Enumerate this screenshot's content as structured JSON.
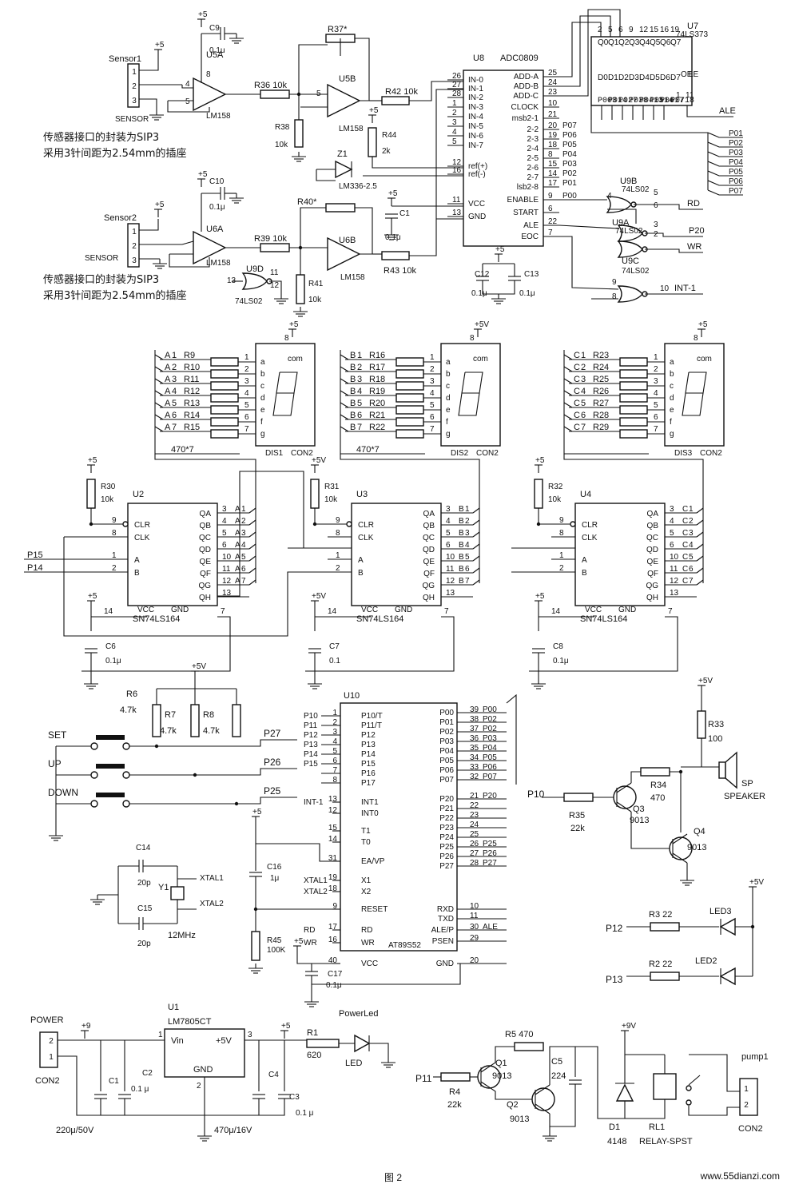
{
  "sensor1": {
    "name": "Sensor1",
    "conn": "SENSOR",
    "pins": [
      "1",
      "2",
      "3"
    ],
    "note1": "传感器接口的封装为SIP3",
    "note2": "采用3针间距为2.54mm的插座"
  },
  "sensor2": {
    "name": "Sensor2",
    "conn": "SENSOR",
    "pins": [
      "1",
      "2",
      "3"
    ],
    "note1": "传感器接口的封装为SIP3",
    "note2": "采用3针间距为2.54mm的插座"
  },
  "amps": {
    "u5a": {
      "ref": "U5A",
      "part": "LM158"
    },
    "u5b": {
      "ref": "U5B",
      "part": "LM158"
    },
    "u6a": {
      "ref": "U6A",
      "part": "LM158"
    },
    "u6b": {
      "ref": "U6B",
      "part": "LM158"
    }
  },
  "adc": {
    "ref": "U8",
    "part": "ADC0809",
    "left_pins": [
      [
        "26",
        "IN-0"
      ],
      [
        "27",
        "IN-1"
      ],
      [
        "28",
        "IN-2"
      ],
      [
        "1",
        "IN-3"
      ],
      [
        "2",
        "IN-4"
      ],
      [
        "3",
        "IN-5"
      ],
      [
        "4",
        "IN-6"
      ],
      [
        "5",
        "IN-7"
      ],
      [
        "12",
        "ref(+)"
      ],
      [
        "16",
        "ref(-)"
      ],
      [
        "11",
        "VCC"
      ],
      [
        "13",
        "GND"
      ]
    ],
    "right_pins": [
      [
        "25",
        "ADD-A"
      ],
      [
        "24",
        "ADD-B"
      ],
      [
        "23",
        "ADD-C"
      ],
      [
        "10",
        "CLOCK"
      ],
      [
        "21",
        "msb2-1"
      ],
      [
        "20",
        "2-2"
      ],
      [
        "19",
        "2-3"
      ],
      [
        "18",
        "2-4"
      ],
      [
        "8",
        "2-5"
      ],
      [
        "15",
        "2-6"
      ],
      [
        "14",
        "2-7"
      ],
      [
        "17",
        "lsb2-8"
      ],
      [
        "9",
        "ENABLE"
      ],
      [
        "6",
        "START"
      ],
      [
        "22",
        "ALE"
      ],
      [
        "7",
        "EOC"
      ]
    ],
    "right_nets": [
      "",
      "",
      "",
      "",
      "",
      "P07",
      "P06",
      "P05",
      "P04",
      "P03",
      "P02",
      "P01",
      "P00",
      "",
      "",
      ""
    ]
  },
  "latch": {
    "ref": "U7",
    "part": "74LS373",
    "q": [
      "Q0",
      "Q1",
      "Q2",
      "Q3",
      "Q4",
      "Q5",
      "Q6",
      "Q7"
    ],
    "qp": [
      "2",
      "5",
      "6",
      "9",
      "12",
      "15",
      "16",
      "19"
    ],
    "d": [
      "D0",
      "D1",
      "D2",
      "D3",
      "D4",
      "D5",
      "D6",
      "D7"
    ],
    "dp": [
      "P003",
      "P014",
      "P027",
      "P038",
      "P0413",
      "P0514",
      "P0617",
      "P0718"
    ],
    "oe": "OE",
    "le": "LE",
    "oep": "1",
    "lep": "11",
    "ale": "ALE"
  },
  "pbus": [
    "P01",
    "P02",
    "P03",
    "P04",
    "P05",
    "P06",
    "P07"
  ],
  "gates": {
    "u9b": {
      "ref": "U9B",
      "part": "74LS02",
      "p": [
        "4",
        "5",
        "6"
      ],
      "out": "RD"
    },
    "u9a": {
      "ref": "U9A",
      "part": "74LS02",
      "p": [
        "1",
        "2",
        "3"
      ],
      "net": "P20"
    },
    "u9c": {
      "ref": "U9C",
      "part": "74LS02",
      "out": "WR"
    },
    "u9d": {
      "ref": "U9D",
      "part": "74LS02",
      "p": [
        "13",
        "11",
        "12"
      ]
    },
    "int": {
      "p": [
        "9",
        "8",
        "10"
      ],
      "out": "INT-1"
    }
  },
  "front": {
    "r37": "R37*",
    "r40": "R40*",
    "r36": "R36  10k",
    "r39": "R39  10k",
    "r42": "R42  10k",
    "r43": "R43  10k",
    "r38": "R38",
    "r38v": "10k",
    "r41": "R41",
    "r41v": "10k",
    "r44": "R44",
    "r44v": "2k",
    "z1": "Z1",
    "z1p": "LM336-2.5",
    "c9": "C9",
    "c9v": "0.1μ",
    "c10": "C10",
    "c10v": "0.1μ",
    "c1": "C1",
    "c1v": "0.1μ",
    "c12": "C12",
    "c13": "C13",
    "c12v": "0.1μ",
    "c13v": "0.1μ",
    "plus5": "+5",
    "p5": [
      "4",
      "5",
      "8"
    ]
  },
  "displays": [
    {
      "prefix": "A",
      "res": [
        "R9",
        "R10",
        "R11",
        "R12",
        "R13",
        "R14",
        "R15"
      ],
      "ref": "DIS1",
      "con": "CON2",
      "val": "470*7",
      "shift": "U2",
      "r": "R30",
      "rv": "10k",
      "cap": "C6",
      "capv": "0.1μ",
      "vplus": "+5"
    },
    {
      "prefix": "B",
      "res": [
        "R16",
        "R17",
        "R18",
        "R19",
        "R20",
        "R21",
        "R22"
      ],
      "ref": "DIS2",
      "con": "CON2",
      "val": "470*7",
      "shift": "U3",
      "r": "R31",
      "rv": "10k",
      "cap": "C7",
      "capv": "0.1",
      "vplus": "+5V"
    },
    {
      "prefix": "C",
      "res": [
        "R23",
        "R24",
        "R25",
        "R26",
        "R27",
        "R28",
        "R29"
      ],
      "ref": "DIS3",
      "con": "CON2",
      "val": "",
      "shift": "U4",
      "r": "R32",
      "rv": "10k",
      "cap": "C8",
      "capv": "0.1μ",
      "vplus": "+5"
    }
  ],
  "seg_letters": [
    "a",
    "b",
    "c",
    "d",
    "e",
    "f",
    "g"
  ],
  "seg_pins": [
    "1",
    "2",
    "3",
    "4",
    "5",
    "6",
    "7"
  ],
  "com": "com",
  "com_pin": "8",
  "shiftreg": {
    "part": "SN74LS164",
    "pins_l": [
      [
        "9",
        "CLR"
      ],
      [
        "8",
        "CLK"
      ],
      [
        "1",
        "A"
      ],
      [
        "2",
        "B"
      ]
    ],
    "pins_r": [
      [
        "3",
        "QA"
      ],
      [
        "4",
        "QB"
      ],
      [
        "5",
        "QC"
      ],
      [
        "6",
        "QD"
      ],
      [
        "10",
        "QE"
      ],
      [
        "11",
        "QF"
      ],
      [
        "12",
        "QG"
      ],
      [
        "13",
        "QH"
      ]
    ],
    "vcc": "VCC",
    "gnd": "GND",
    "vccp": "14",
    "gndp": "7",
    "p15": "P15",
    "p14": "P14"
  },
  "mcu": {
    "ref": "U10",
    "part": "AT89S52",
    "left": [
      [
        "P10",
        "1",
        "P10/T"
      ],
      [
        "P11",
        "2",
        "P11/T"
      ],
      [
        "P12",
        "3",
        "P12"
      ],
      [
        "P13",
        "4",
        "P13"
      ],
      [
        "P14",
        "5",
        "P14"
      ],
      [
        "P15",
        "6",
        "P15"
      ],
      [
        "",
        "7",
        "P16"
      ],
      [
        "",
        "8",
        "P17"
      ],
      [
        "INT-1",
        "13",
        "INT1"
      ],
      [
        "",
        "12",
        "INT0"
      ],
      [
        "",
        "15",
        "T1"
      ],
      [
        "",
        "14",
        "T0"
      ],
      [
        "",
        "31",
        "EA/VP"
      ],
      [
        "XTAL1",
        "19",
        "X1"
      ],
      [
        "XTAL2",
        "18",
        "X2"
      ],
      [
        "",
        "9",
        "RESET"
      ],
      [
        "RD",
        "17",
        "RD"
      ],
      [
        "WR",
        "16",
        "WR"
      ],
      [
        "",
        "40",
        "VCC"
      ]
    ],
    "right": [
      [
        "P00",
        "39",
        "P00"
      ],
      [
        "P01",
        "38",
        "P02"
      ],
      [
        "P02",
        "37",
        "P02"
      ],
      [
        "P03",
        "36",
        "P03"
      ],
      [
        "P04",
        "35",
        "P04"
      ],
      [
        "P05",
        "34",
        "P05"
      ],
      [
        "P06",
        "33",
        "P06"
      ],
      [
        "P07",
        "32",
        "P07"
      ],
      [
        "P20",
        "21",
        "P20"
      ],
      [
        "P21",
        "22",
        ""
      ],
      [
        "P22",
        "23",
        ""
      ],
      [
        "P23",
        "24",
        ""
      ],
      [
        "P24",
        "25",
        ""
      ],
      [
        "P25",
        "26",
        "P25"
      ],
      [
        "P26",
        "27",
        "P26"
      ],
      [
        "P27",
        "28",
        "P27"
      ],
      [
        "RXD",
        "10",
        ""
      ],
      [
        "TXD",
        "11",
        ""
      ],
      [
        "ALE/P",
        "30",
        "ALE"
      ],
      [
        "PSEN",
        "29",
        ""
      ],
      [
        "GND",
        "20",
        ""
      ]
    ]
  },
  "keys": {
    "r6": "R6",
    "r6v": "4.7k",
    "r7": "R7",
    "r7v": "4.7k",
    "r8": "R8",
    "r8v": "4.7k",
    "vplus": "+5V",
    "set": "SET",
    "up": "UP",
    "down": "DOWN",
    "nets": [
      "P27",
      "P26",
      "P25"
    ]
  },
  "xtal": {
    "c14": "C14",
    "c14v": "20p",
    "c15": "C15",
    "c15v": "20p",
    "y1": "Y1",
    "freq": "12MHz",
    "x1": "XTAL1",
    "x2": "XTAL2"
  },
  "reset": {
    "c16": "C16",
    "c16v": "1μ",
    "r45": "R45",
    "r45v": "100K",
    "c17": "C17",
    "c17v": "0.1μ",
    "vplus": "+5"
  },
  "speaker": {
    "vplus": "+5V",
    "r33": "R33",
    "r33v": "100",
    "r34": "R34",
    "r34v": "470",
    "r35": "R35",
    "r35v": "22k",
    "q3": "Q3",
    "q3p": "9013",
    "q4": "Q4",
    "q4p": "9013",
    "p10": "P10",
    "sp": "SP",
    "speaker": "SPEAKER"
  },
  "leds": {
    "vplus": "+5V",
    "r3": "R3  22",
    "r2": "R2  22",
    "led3": "LED3",
    "led2": "LED2",
    "p12": "P12",
    "p13": "P13"
  },
  "power": {
    "label": "POWER",
    "conn": "CON2",
    "pins": [
      "2",
      "1"
    ],
    "p9": "+9",
    "u1": "U1",
    "part": "LM7805CT",
    "vin": "Vin",
    "vout": "+5V",
    "gnd": "GND",
    "p1": "1",
    "p2": "2",
    "p3": "3",
    "c1": "C1",
    "c2": "C2",
    "c2v": "0.1 μ",
    "c4": "C4",
    "c3": "C3",
    "c3v": "0.1 μ",
    "c1v": "220μ/50V",
    "c4v": "470μ/16V",
    "p5": "+5",
    "r1": "R1",
    "r1v": "620",
    "led": "LED",
    "pled": "PowerLed"
  },
  "relay": {
    "r5": "R5  470",
    "r4": "R4",
    "r4v": "22k",
    "p11": "P11",
    "q1": "Q1",
    "q1p": "9013",
    "q2": "Q2",
    "q2p": "9013",
    "c5": "C5",
    "c5v": "224",
    "d1": "D1",
    "d1v": "4148",
    "vplus": "+9V",
    "rl1": "RL1",
    "rlv": "RELAY-SPST",
    "pump": "pump1",
    "con": "CON2",
    "pins": [
      "1",
      "2"
    ]
  },
  "caption": "图 2",
  "watermark": "www.55dianzi.com"
}
